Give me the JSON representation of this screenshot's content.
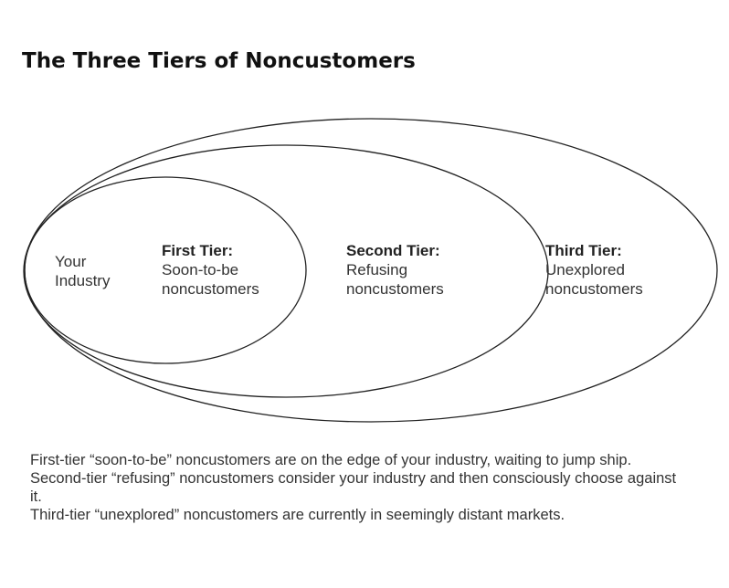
{
  "title": "The Three Tiers of Noncustomers",
  "diagram": {
    "industry": {
      "line1": "Your",
      "line2": "Industry"
    },
    "tiers": [
      {
        "heading": "First Tier:",
        "line1": "Soon-to-be",
        "line2": "noncustomers"
      },
      {
        "heading": "Second Tier:",
        "line1": "Refusing",
        "line2": "noncustomers"
      },
      {
        "heading": "Third Tier:",
        "line1": "Unexplored",
        "line2": "noncustomers"
      }
    ]
  },
  "caption": [
    "First-tier “soon-to-be” noncustomers are on the edge of your industry, waiting to jump ship.",
    "Second-tier “refusing” noncustomers consider your industry and then consciously choose against it.",
    "Third-tier “unexplored” noncustomers are currently in seemingly distant markets."
  ]
}
